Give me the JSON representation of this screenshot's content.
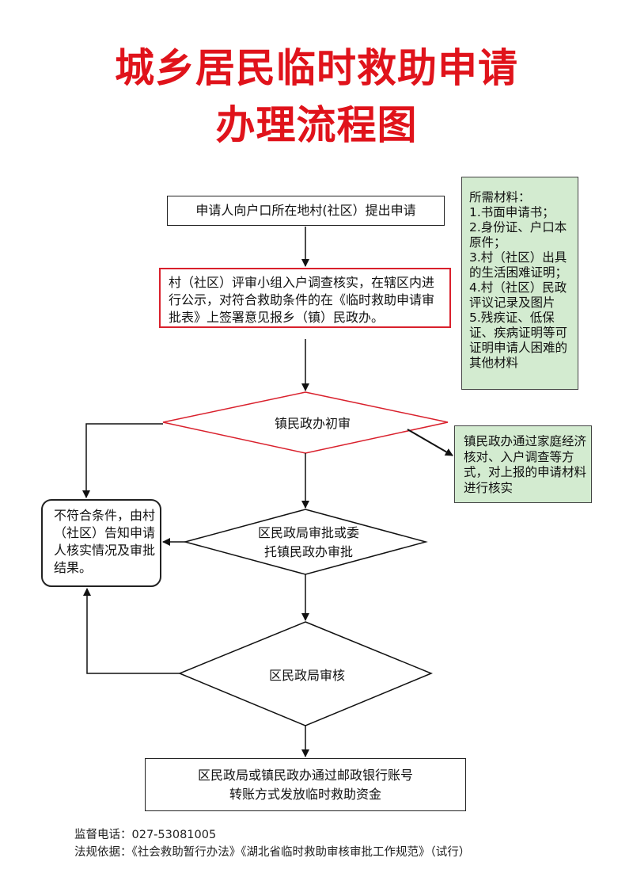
{
  "title_line1": "城乡居民临时救助申请",
  "title_line2": "办理流程图",
  "nodes": {
    "apply": "申请人向户口所在地村(社区）提出申请",
    "village_review": "村（社区）评审小组入户调查核实，在辖区内进行公示，对符合救助条件的在《临时救助申请审批表》上签署意见报乡（镇）民政办。",
    "town_review": "镇民政办初审",
    "district_approve": [
      "区民政局审批或委",
      "托镇民政办审批"
    ],
    "district_audit": "区民政局审核",
    "payout": [
      "区民政局或镇民政办通过邮政银行账号",
      "转账方式发放临时救助资金"
    ],
    "reject": "不符合条件，由村（社区）告知申请人核实情况及审批结果。"
  },
  "side_notes": {
    "materials": [
      "所需材料：",
      "1.书面申请书；",
      "2.身份证、户口本原件；",
      "3.村（社区）出具的生活困难证明；",
      "4.村（社区）民政评议记录及图片",
      "5.残疾证、低保证、疾病证明等可证明申请人困难的其他材料"
    ],
    "verify": "镇民政办通过家庭经济核对、入户调查等方式，对上报的申请材料进行核实"
  },
  "footer": {
    "phone": "监督电话：027-53081005",
    "basis": "法规依据：《社会救助暂行办法》《湖北省临时救助审核审批工作规范》（试行）"
  },
  "colors": {
    "title": "#e0131b",
    "red_border": "#d9202c",
    "note_fill": "#d3ebd0"
  }
}
